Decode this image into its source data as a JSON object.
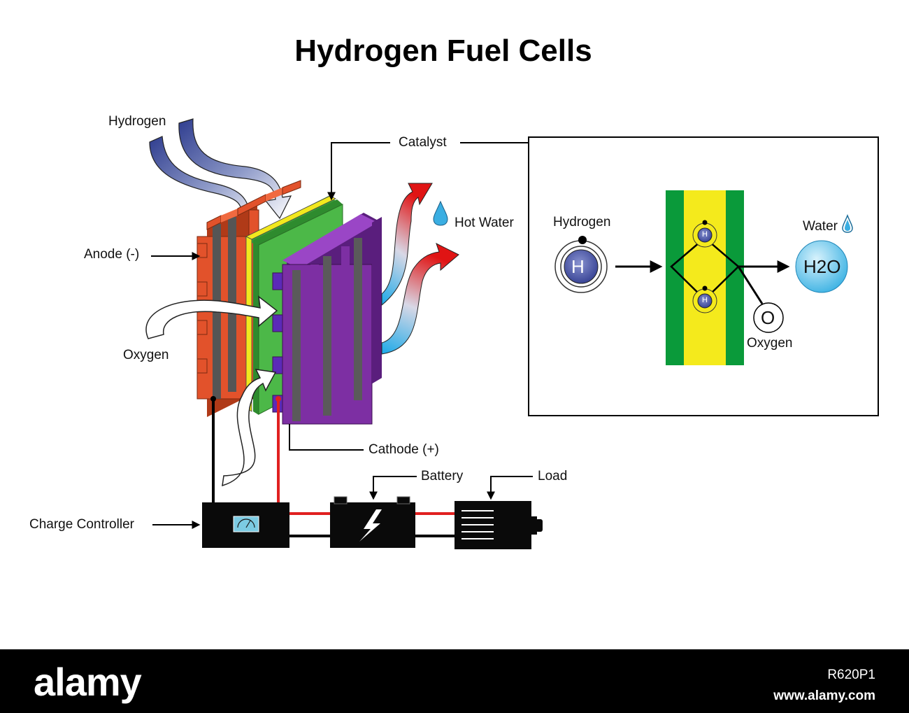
{
  "title": "Hydrogen Fuel Cells",
  "labels": {
    "hydrogen": "Hydrogen",
    "catalyst": "Catalyst",
    "hot_water": "Hot Water",
    "anode": "Anode (-)",
    "oxygen": "Oxygen",
    "cathode": "Cathode (+)",
    "battery": "Battery",
    "load": "Load",
    "charge_controller": "Charge Controller"
  },
  "inset": {
    "hydrogen": "Hydrogen",
    "water": "Water",
    "oxygen": "Oxygen",
    "h_atom": "H",
    "h_small": "H",
    "o_atom": "O",
    "h2o": "H2O"
  },
  "footer": {
    "brand": "alamy",
    "code": "R620P1",
    "site": "www.alamy.com"
  },
  "colors": {
    "anode": "#e2522b",
    "cathode": "#7d2fa3",
    "membrane": "#4cb848",
    "catalyst": "#f2e81e",
    "hydrogen_arrow": "#3b4a97",
    "wire_positive": "#e02020",
    "hot_arrow": "#e01818",
    "cold_arrow": "#22aae6"
  }
}
